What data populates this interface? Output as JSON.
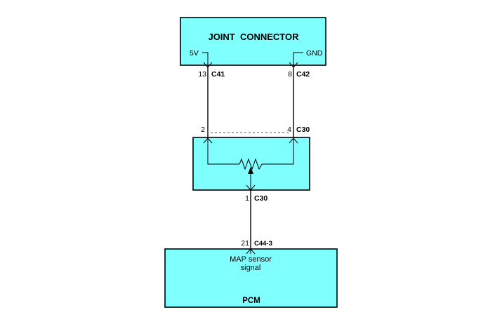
{
  "colors": {
    "box_fill": "#80ffff",
    "line": "#000000"
  },
  "joint_connector": {
    "title": "JOINT  CONNECTOR",
    "left_pin_signal": "5V",
    "right_pin_signal": "GND"
  },
  "connectors": {
    "c41": {
      "pin": "13",
      "name": "C41"
    },
    "c42": {
      "pin": "8",
      "name": "C42"
    },
    "c30_left": {
      "pin": "2"
    },
    "c30_right": {
      "pin": "4",
      "name": "C30"
    },
    "c30_bottom": {
      "pin": "1",
      "name": "C30"
    },
    "c44": {
      "pin": "21",
      "name": "C44-3"
    }
  },
  "sensor": {
    "component": "potentiometer-symbol"
  },
  "pcm": {
    "signal_line1": "MAP sensor",
    "signal_line2": "signal",
    "title": "PCM"
  }
}
